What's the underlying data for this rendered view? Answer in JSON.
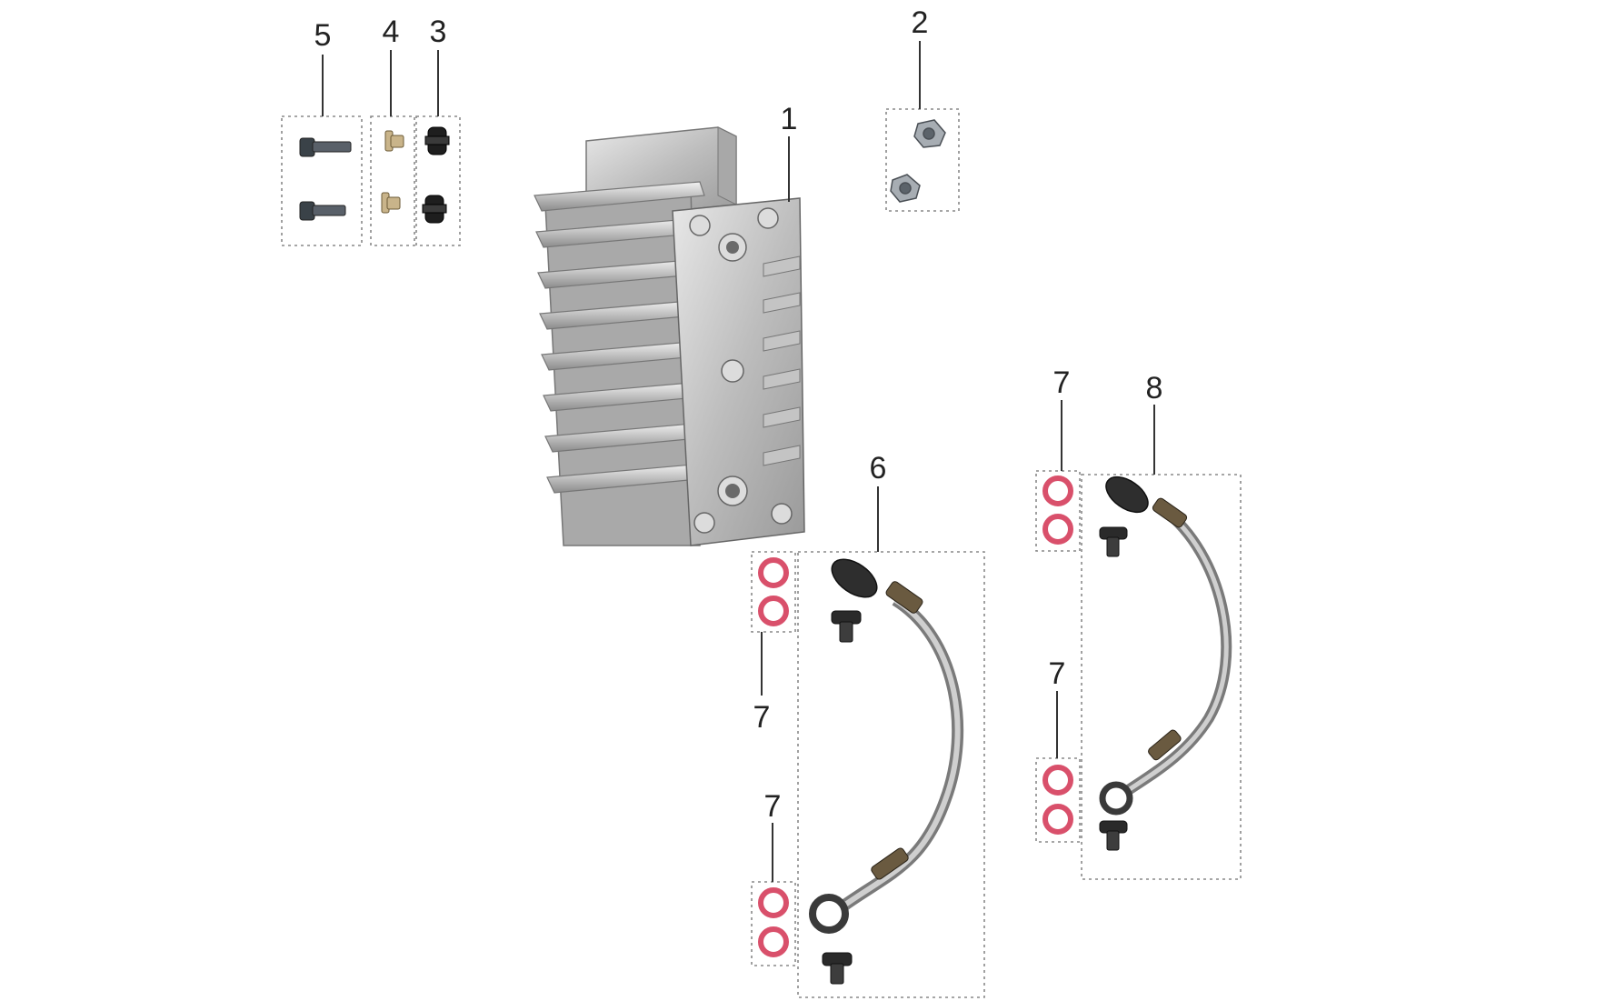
{
  "callouts": {
    "c1": "1",
    "c2": "2",
    "c3": "3",
    "c4": "4",
    "c5": "5",
    "c6": "6",
    "c7a": "7",
    "c7b": "7",
    "c7c": "7",
    "c7d": "7",
    "c8": "8"
  },
  "parts": [
    {
      "callout": "1",
      "icon": "oil-cooler-radiator-icon"
    },
    {
      "callout": "2",
      "icon": "flange-nut-icon",
      "quantity": 2
    },
    {
      "callout": "3",
      "icon": "rubber-grommet-icon",
      "quantity": 2
    },
    {
      "callout": "4",
      "icon": "collar-bushing-icon",
      "quantity": 2
    },
    {
      "callout": "5",
      "icon": "flange-bolt-icon",
      "quantity": 2
    },
    {
      "callout": "6",
      "icon": "oil-hose-assembly-icon"
    },
    {
      "callout": "7",
      "icon": "copper-washer-icon"
    },
    {
      "callout": "8",
      "icon": "oil-hose-assembly-icon"
    }
  ],
  "colors": {
    "aluminum": "#c9c9c9",
    "washer": "#d9506b",
    "box_border": "#888888",
    "text": "#222222"
  }
}
